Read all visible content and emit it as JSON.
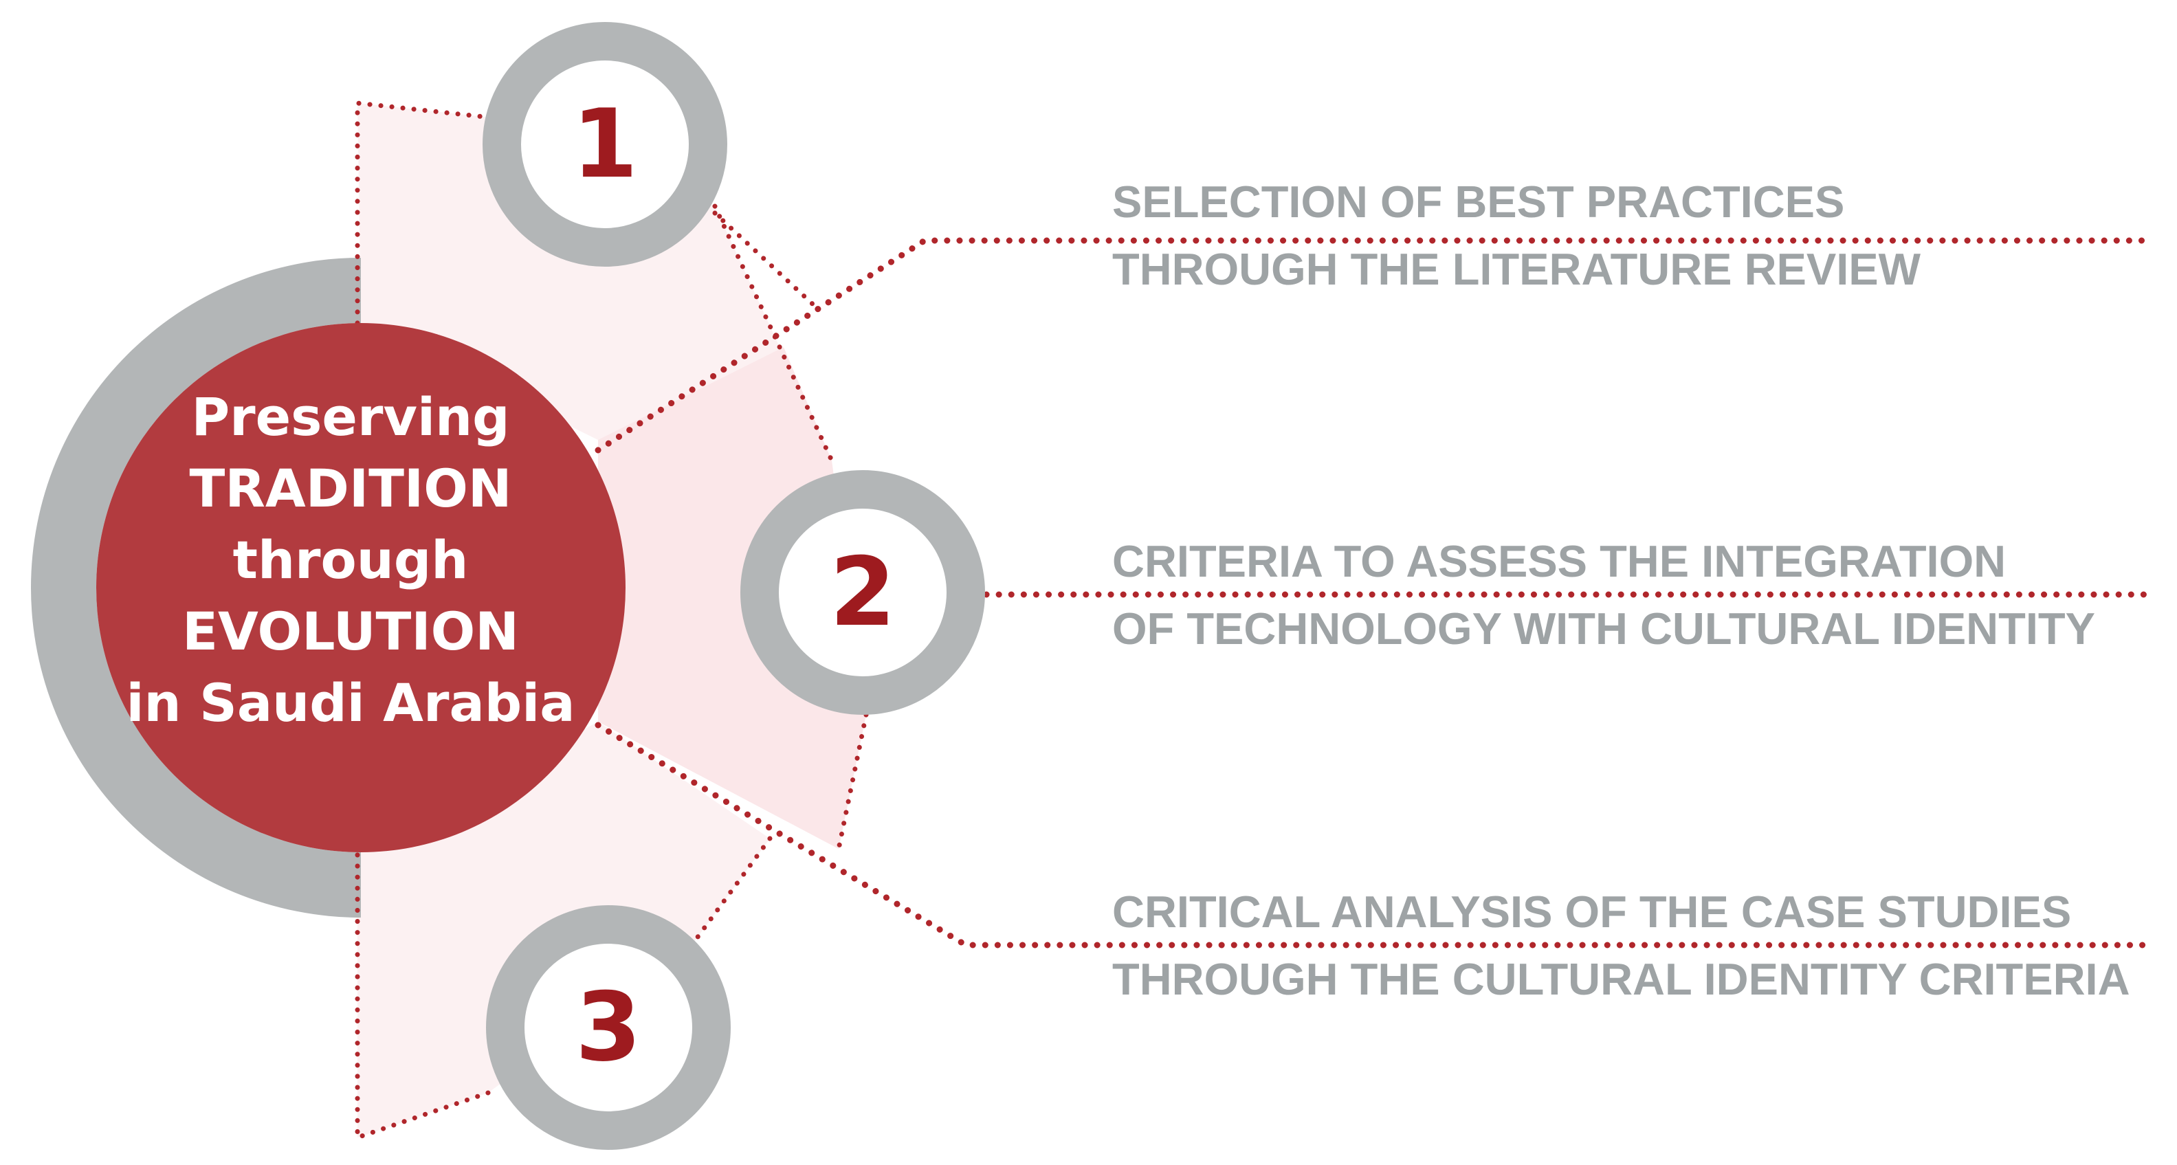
{
  "center": {
    "lines": [
      "Preserving",
      "TRADITION",
      "through",
      "EVOLUTION",
      "in Saudi Arabia"
    ]
  },
  "steps": [
    {
      "number": "1",
      "lines": [
        "SELECTION OF BEST PRACTICES",
        "THROUGH THE LITERATURE REVIEW"
      ]
    },
    {
      "number": "2",
      "lines": [
        "CRITERIA TO ASSESS THE INTEGRATION",
        "OF TECHNOLOGY WITH CULTURAL IDENTITY"
      ]
    },
    {
      "number": "3",
      "lines": [
        "CRITICAL ANALYSIS OF THE CASE STUDIES",
        "THROUGH THE CULTURAL IDENTITY CRITERIA"
      ]
    }
  ],
  "colors": {
    "primary_red": "#b23b3f",
    "number_red": "#9e1b1f",
    "ring_gray": "#b3b6b7",
    "text_gray": "#9ea3a5",
    "dotted_red": "#b0262b",
    "fan_pink": "#fbeced"
  }
}
